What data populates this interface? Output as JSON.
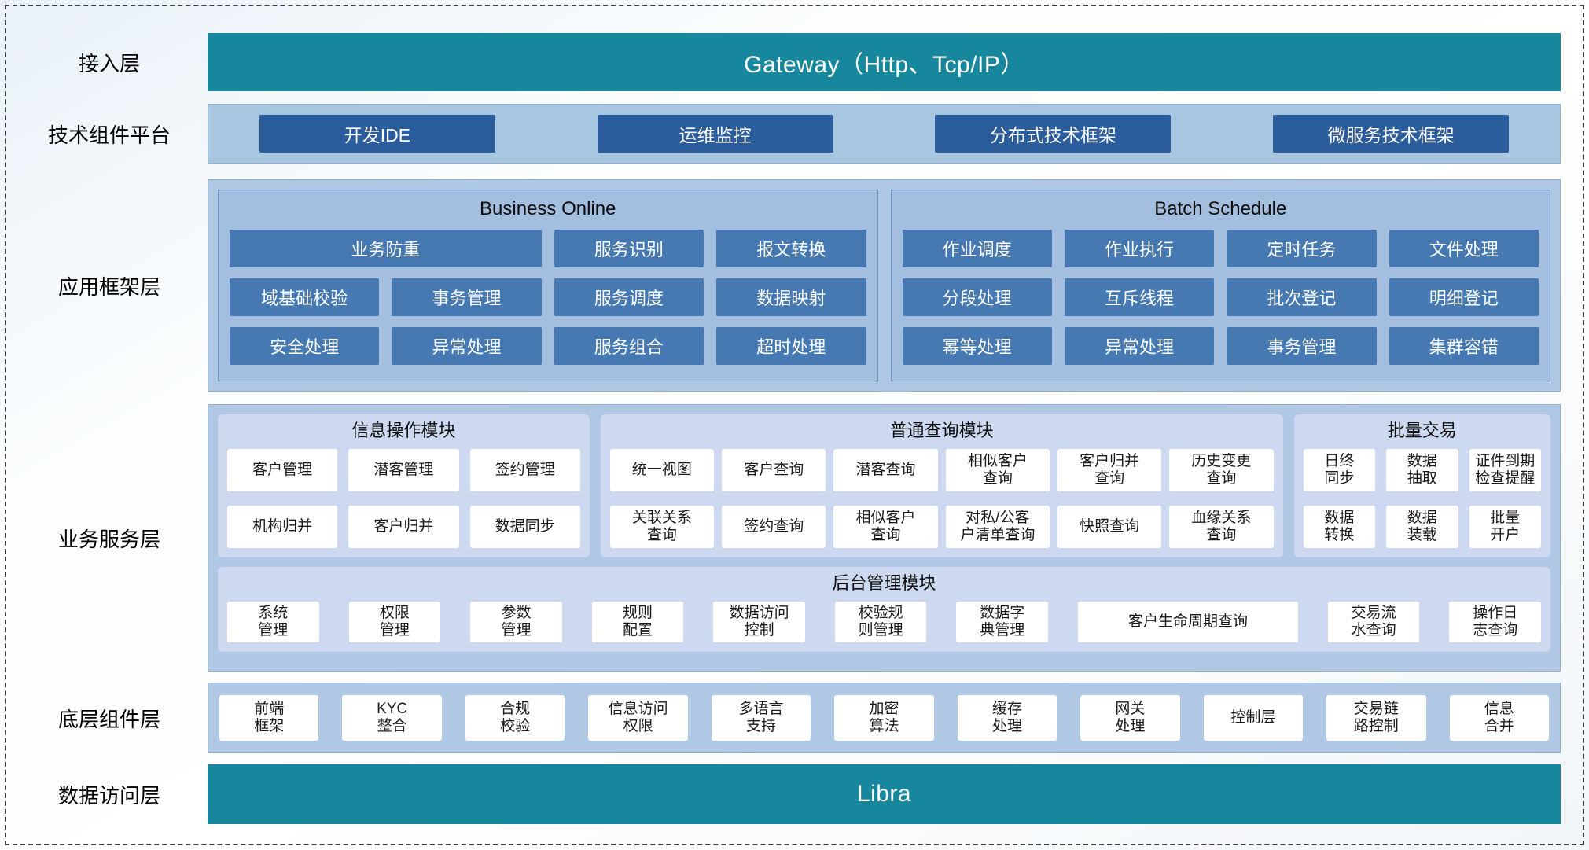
{
  "access_layer": {
    "label": "接入层",
    "gateway_title": "Gateway（Http、Tcp/IP）"
  },
  "tech_platform": {
    "label": "技术组件平台",
    "items": [
      "开发IDE",
      "运维监控",
      "分布式技术框架",
      "微服务技术框架"
    ]
  },
  "app_framework": {
    "label": "应用框架层",
    "business_online": {
      "title": "Business Online",
      "row1": [
        "业务防重",
        "服务识别",
        "报文转换"
      ],
      "row2": [
        "域基础校验",
        "事务管理",
        "服务调度",
        "数据映射"
      ],
      "row3": [
        "安全处理",
        "异常处理",
        "服务组合",
        "超时处理"
      ]
    },
    "batch_schedule": {
      "title": "Batch Schedule",
      "row1": [
        "作业调度",
        "作业执行",
        "定时任务",
        "文件处理"
      ],
      "row2": [
        "分段处理",
        "互斥线程",
        "批次登记",
        "明细登记"
      ],
      "row3": [
        "幂等处理",
        "异常处理",
        "事务管理",
        "集群容错"
      ]
    }
  },
  "business_service": {
    "label": "业务服务层",
    "info_module": {
      "title": "信息操作模块",
      "items": [
        "客户管理",
        "潜客管理",
        "签约管理",
        "机构归并",
        "客户归并",
        "数据同步"
      ]
    },
    "query_module": {
      "title": "普通查询模块",
      "items": [
        "统一视图",
        "客户查询",
        "潜客查询",
        "相似客户\n查询",
        "客户归并\n查询",
        "历史变更\n查询",
        "关联关系\n查询",
        "签约查询",
        "相似客户\n查询",
        "对私/公客\n户清单查询",
        "快照查询",
        "血缘关系\n查询"
      ]
    },
    "batch_module": {
      "title": "批量交易",
      "items": [
        "日终\n同步",
        "数据\n抽取",
        "证件到期\n检查提醒",
        "数据\n转换",
        "数据\n装载",
        "批量\n开户"
      ]
    },
    "admin_module": {
      "title": "后台管理模块",
      "items": [
        "系统\n管理",
        "权限\n管理",
        "参数\n管理",
        "规则\n配置",
        "数据访问\n控制",
        "校验规\n则管理",
        "数据字\n典管理",
        "客户生命周期查询",
        "交易流\n水查询",
        "操作日\n志查询"
      ]
    }
  },
  "base_components": {
    "label": "底层组件层",
    "items": [
      "前端\n框架",
      "KYC\n整合",
      "合规\n校验",
      "信息访问\n权限",
      "多语言\n支持",
      "加密\n算法",
      "缓存\n处理",
      "网关\n处理",
      "控制层",
      "交易链\n路控制",
      "信息\n合并"
    ]
  },
  "data_access": {
    "label": "数据访问层",
    "title": "Libra"
  },
  "colors": {
    "teal": "#17879d",
    "dark_blue": "#2b5c9c",
    "mid_blue": "#4679b2",
    "container_blue": "#aec7e3",
    "panel_blue": "#a3bedf",
    "light_panel": "#cdd9f0"
  }
}
